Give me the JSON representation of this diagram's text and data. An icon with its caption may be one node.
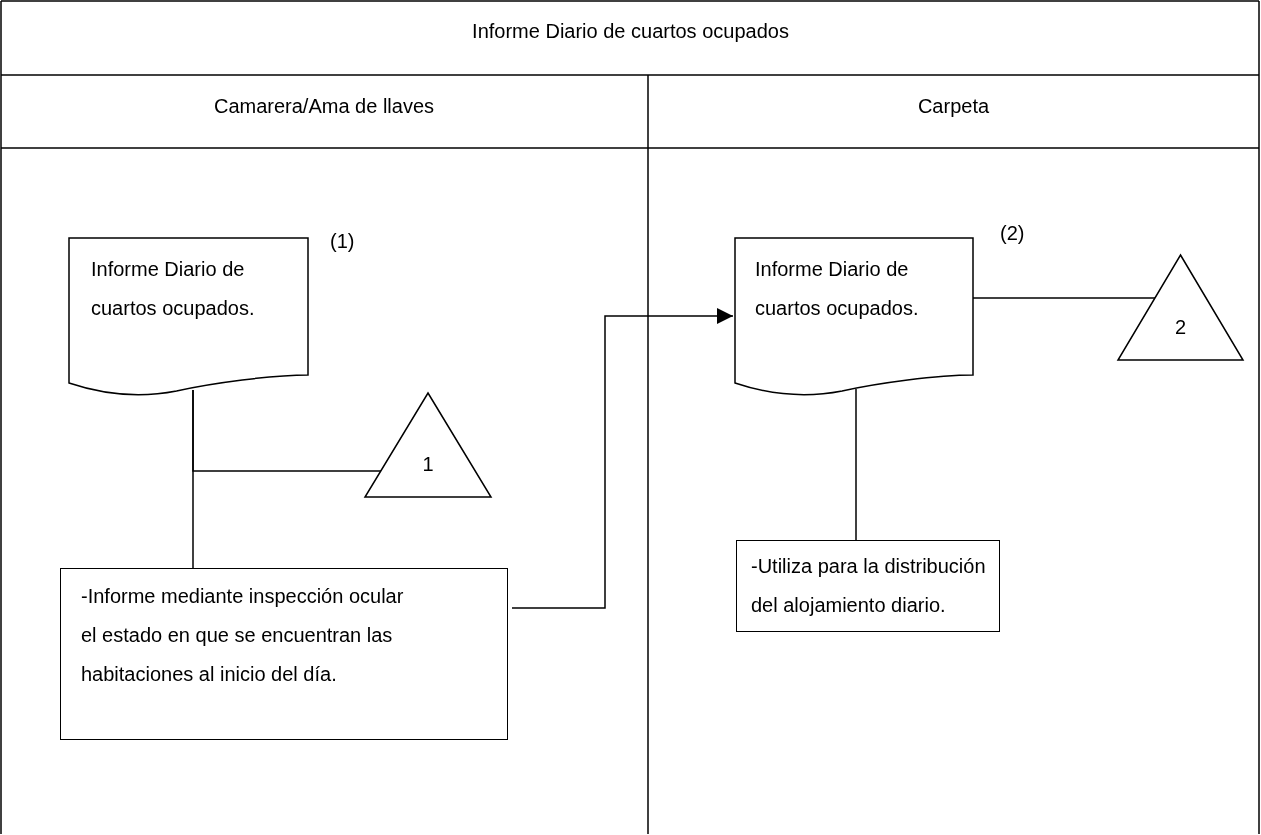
{
  "diagram": {
    "title": "Informe Diario de cuartos ocupados",
    "nodes": [
      {
        "text": [
          "Informe Diario de cuartos ocupados."
        ],
        "beside": [
          "(1)"
        ]
      },
      {
        "text": [
          "1"
        ]
      },
      {
        "text": [
          "-Informe mediante inspección ocular el estado en que se encuentran las habitaciones al inicio del día."
        ]
      },
      {
        "text": [
          "Informe Diario de cuartos ocupados."
        ],
        "beside": [
          "(2)"
        ]
      },
      {
        "text": [
          "2"
        ]
      },
      {
        "text": [
          "-Utiliza para la distribución del alojamiento diario."
        ]
      }
    ],
    "edges": [
      {
        "from": 0,
        "to": 1,
        "arrow": "none"
      },
      {
        "from": 0,
        "to": 2,
        "arrow": "none"
      },
      {
        "from": 2,
        "to": 3,
        "arrow": "to"
      },
      {
        "from": 3,
        "to": 4,
        "arrow": "none"
      },
      {
        "from": 3,
        "to": 5,
        "arrow": "none"
      }
    ],
    "labels": [
      "Camarera/Ama de llaves",
      "Carpeta"
    ]
  }
}
